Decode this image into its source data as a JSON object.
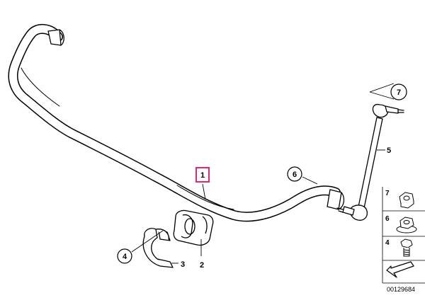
{
  "callouts": {
    "c1": "1",
    "c2": "2",
    "c3": "3",
    "c4": "4",
    "c5": "5",
    "c6": "6",
    "c7": "7"
  },
  "legend": {
    "items": [
      {
        "number": "7",
        "icon": "nut-icon"
      },
      {
        "number": "6",
        "icon": "flange-nut-icon"
      },
      {
        "number": "4",
        "icon": "bolt-icon"
      }
    ],
    "arrow_icon": "direction-arrow-icon"
  },
  "diagram_id": "00129684",
  "colors": {
    "line": "#000000",
    "highlight": "#e0287a"
  }
}
